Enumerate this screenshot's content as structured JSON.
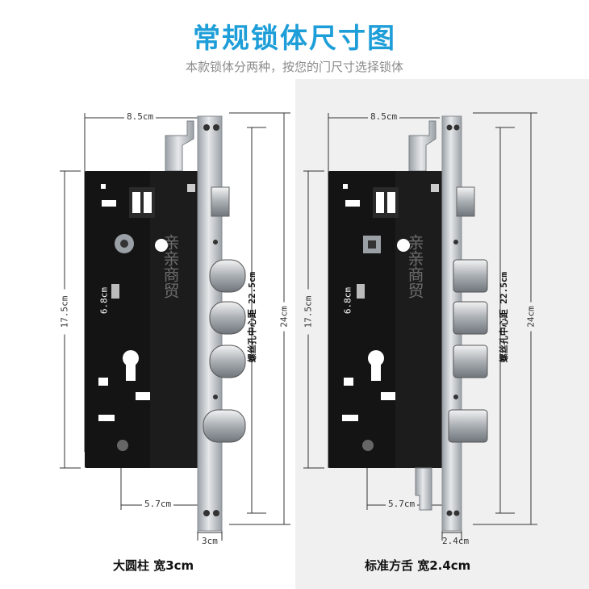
{
  "header": {
    "title": "常规锁体尺寸图",
    "subtitle": "本款锁体分两种，按您的门尺寸选择锁体"
  },
  "watermark": "亲亲商贸",
  "left_lock": {
    "caption": "大圆柱  宽3cm",
    "width_top": "8.5cm",
    "height_body": "17.5cm",
    "hole_gap": "6.8cm",
    "screw_dist": "螺丝孔中心距 22.5cm",
    "height_total": "24cm",
    "backset": "5.7cm",
    "faceplate": "3cm"
  },
  "right_lock": {
    "caption": "标准方舌  宽2.4cm",
    "width_top": "8.5cm",
    "height_body": "17.5cm",
    "hole_gap": "6.8cm",
    "screw_dist": "螺丝孔中心距 22.5cm",
    "height_total": "24cm",
    "backset": "5.7cm",
    "faceplate": "2.4cm"
  },
  "colors": {
    "title": "#1e9ed8",
    "lock_body": "#141414",
    "steel": "#c9ccd0"
  }
}
